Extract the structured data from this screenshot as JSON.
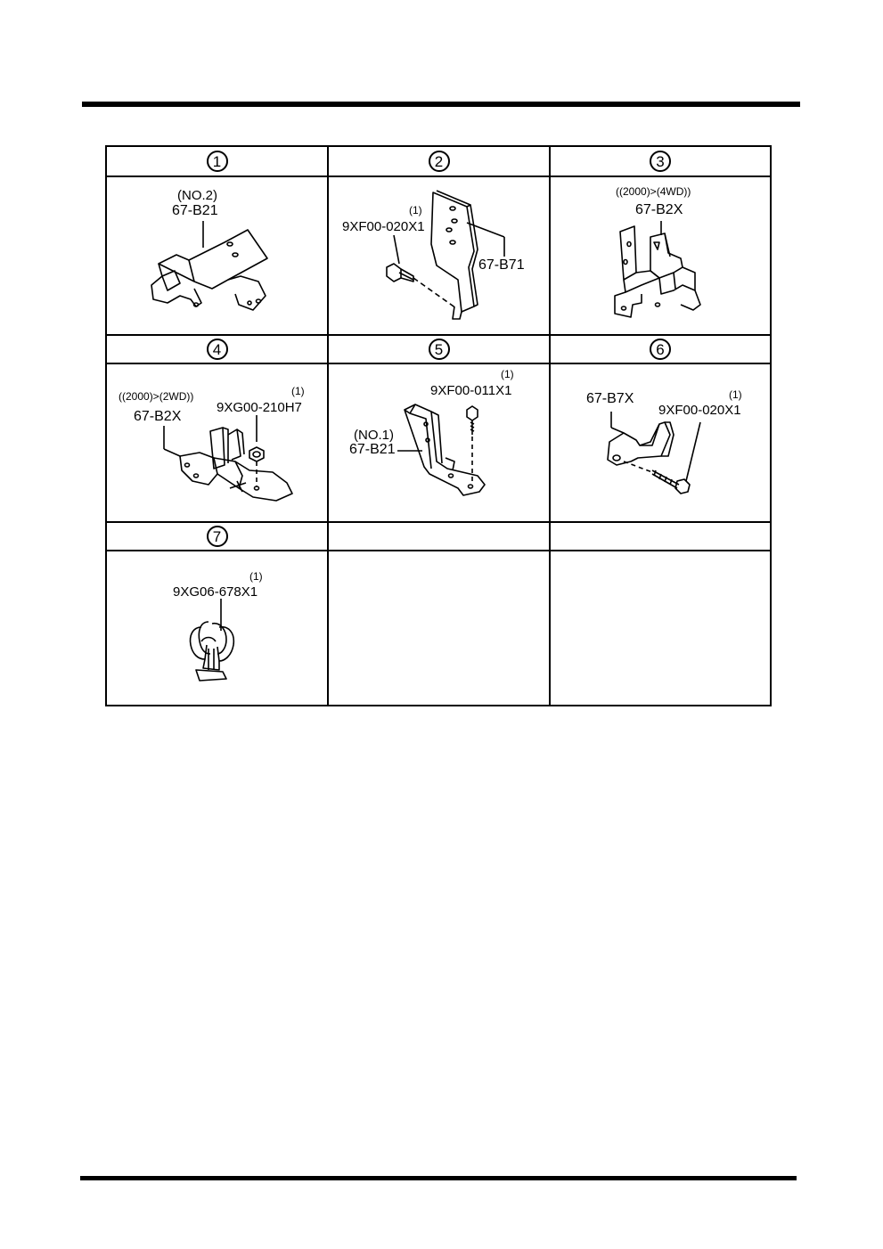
{
  "cells": [
    {
      "number": "1",
      "labels": {
        "note": "(NO.2)",
        "part": "67-B21"
      }
    },
    {
      "number": "2",
      "labels": {
        "qty": "(1)",
        "bolt": "9XF00-020X1",
        "part": "67-B71"
      }
    },
    {
      "number": "3",
      "labels": {
        "note": "((2000)>(4WD))",
        "part": "67-B2X"
      }
    },
    {
      "number": "4",
      "labels": {
        "note": "((2000)>(2WD))",
        "part": "67-B2X",
        "qty": "(1)",
        "nut": "9XG00-210H7"
      }
    },
    {
      "number": "5",
      "labels": {
        "qty": "(1)",
        "bolt": "9XF00-011X1",
        "note": "(NO.1)",
        "part": "67-B21"
      }
    },
    {
      "number": "6",
      "labels": {
        "part": "67-B7X",
        "qty": "(1)",
        "bolt": "9XF00-020X1"
      }
    },
    {
      "number": "7",
      "labels": {
        "qty": "(1)",
        "part": "9XG06-678X1"
      }
    }
  ]
}
